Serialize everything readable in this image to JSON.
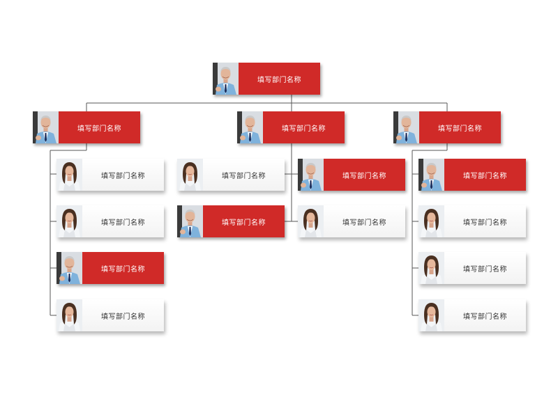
{
  "diagram": {
    "type": "org-chart",
    "colors": {
      "highlight": "#d02a28",
      "normal": "#f3f3f3",
      "connector": "#555555"
    },
    "nodes": [
      {
        "id": "root",
        "label": "填写部门名称",
        "style": "red",
        "photo": "man-photo-icon"
      },
      {
        "id": "l1-left",
        "label": "填写部门名称",
        "style": "red",
        "photo": "man-photo-icon"
      },
      {
        "id": "l1-mid",
        "label": "填写部门名称",
        "style": "red",
        "photo": "man-photo-icon"
      },
      {
        "id": "l1-right",
        "label": "填写部门名称",
        "style": "red",
        "photo": "man-photo-icon"
      },
      {
        "id": "left-1",
        "label": "填写部门名称",
        "style": "white",
        "photo": "woman-photo-icon"
      },
      {
        "id": "left-2",
        "label": "填写部门名称",
        "style": "white",
        "photo": "woman-photo-icon"
      },
      {
        "id": "left-3",
        "label": "填写部门名称",
        "style": "red",
        "photo": "man-photo-icon"
      },
      {
        "id": "left-4",
        "label": "填写部门名称",
        "style": "white",
        "photo": "woman-photo-icon"
      },
      {
        "id": "mid-left-1",
        "label": "填写部门名称",
        "style": "white",
        "photo": "woman-photo-icon"
      },
      {
        "id": "mid-left-2",
        "label": "填写部门名称",
        "style": "red",
        "photo": "man-photo-icon"
      },
      {
        "id": "mid-right-1",
        "label": "填写部门名称",
        "style": "red",
        "photo": "man-photo-icon"
      },
      {
        "id": "mid-right-2",
        "label": "填写部门名称",
        "style": "white",
        "photo": "woman-photo-icon"
      },
      {
        "id": "right-1",
        "label": "填写部门名称",
        "style": "red",
        "photo": "man-photo-icon"
      },
      {
        "id": "right-2",
        "label": "填写部门名称",
        "style": "white",
        "photo": "woman-photo-icon"
      },
      {
        "id": "right-3",
        "label": "填写部门名称",
        "style": "white",
        "photo": "woman-photo-icon"
      },
      {
        "id": "right-4",
        "label": "填写部门名称",
        "style": "white",
        "photo": "woman-photo-icon"
      }
    ],
    "edges": [
      [
        "root",
        "l1-left"
      ],
      [
        "root",
        "l1-mid"
      ],
      [
        "root",
        "l1-right"
      ],
      [
        "l1-left",
        "left-1"
      ],
      [
        "l1-left",
        "left-2"
      ],
      [
        "l1-left",
        "left-3"
      ],
      [
        "l1-left",
        "left-4"
      ],
      [
        "l1-mid",
        "mid-left-1"
      ],
      [
        "l1-mid",
        "mid-left-2"
      ],
      [
        "l1-mid",
        "mid-right-1"
      ],
      [
        "l1-mid",
        "mid-right-2"
      ],
      [
        "l1-right",
        "right-1"
      ],
      [
        "l1-right",
        "right-2"
      ],
      [
        "l1-right",
        "right-3"
      ],
      [
        "l1-right",
        "right-4"
      ]
    ]
  }
}
